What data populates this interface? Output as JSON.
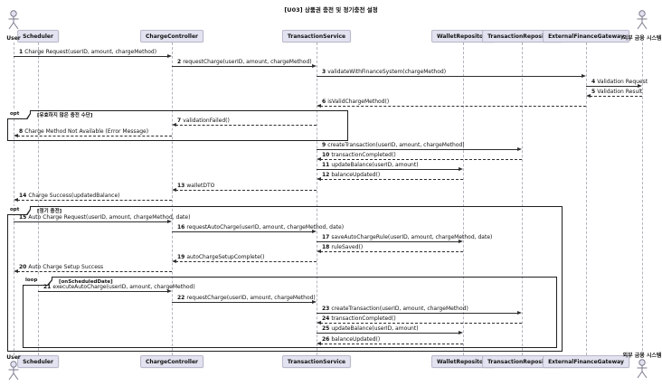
{
  "title": "[U03] 상품권 충전 및 정기충전 설정",
  "participants": [
    {
      "id": "user",
      "label": "User",
      "type": "actor"
    },
    {
      "id": "scheduler",
      "label": "Scheduler",
      "type": "box"
    },
    {
      "id": "charge",
      "label": "ChargeController",
      "type": "box"
    },
    {
      "id": "txsvc",
      "label": "TransactionService",
      "type": "box"
    },
    {
      "id": "wallet",
      "label": "WalletRepository",
      "type": "box"
    },
    {
      "id": "txrepo",
      "label": "TransactionRepository",
      "type": "box"
    },
    {
      "id": "extgw",
      "label": "ExternalFinanceGateway",
      "type": "box"
    },
    {
      "id": "extsys",
      "label": "외부 금융 시스템",
      "type": "actor"
    }
  ],
  "frames": [
    {
      "kind": "opt",
      "guard": "[유효하지 않은 충전 수단]"
    },
    {
      "kind": "opt",
      "guard": "[정기 충전]"
    },
    {
      "kind": "loop",
      "guard": "[onScheduledDate]"
    }
  ],
  "messages": [
    {
      "num": "1",
      "text": "Charge Request(userID, amount, chargeMethod)",
      "from": "user",
      "to": "charge",
      "line": "solid"
    },
    {
      "num": "2",
      "text": "requestCharge(userID, amount, chargeMethod)",
      "from": "charge",
      "to": "txsvc",
      "line": "solid"
    },
    {
      "num": "3",
      "text": "validateWithFinanceSystem(chargeMethod)",
      "from": "txsvc",
      "to": "extgw",
      "line": "solid"
    },
    {
      "num": "4",
      "text": "Validation Request",
      "from": "extgw",
      "to": "extsys",
      "line": "solid"
    },
    {
      "num": "5",
      "text": "Validation Result",
      "from": "extsys",
      "to": "extgw",
      "line": "dashed"
    },
    {
      "num": "6",
      "text": "isValidChargeMethod()",
      "from": "extgw",
      "to": "txsvc",
      "line": "dashed"
    },
    {
      "num": "7",
      "text": "validationFailed()",
      "from": "txsvc",
      "to": "charge",
      "line": "dashed"
    },
    {
      "num": "8",
      "text": "Charge Method Not Available (Error Message)",
      "from": "charge",
      "to": "user",
      "line": "dashed"
    },
    {
      "num": "9",
      "text": "createTransaction(userID, amount, chargeMethod)",
      "from": "txsvc",
      "to": "txrepo",
      "line": "solid"
    },
    {
      "num": "10",
      "text": "transactionCompleted()",
      "from": "txrepo",
      "to": "txsvc",
      "line": "dashed"
    },
    {
      "num": "11",
      "text": "updateBalance(userID, amount)",
      "from": "txsvc",
      "to": "wallet",
      "line": "solid"
    },
    {
      "num": "12",
      "text": "balanceUpdated()",
      "from": "wallet",
      "to": "txsvc",
      "line": "dashed"
    },
    {
      "num": "13",
      "text": "walletDTO",
      "from": "txsvc",
      "to": "charge",
      "line": "dashed"
    },
    {
      "num": "14",
      "text": "Charge Success(updatedBalance)",
      "from": "charge",
      "to": "user",
      "line": "dashed"
    },
    {
      "num": "15",
      "text": "Auto Charge Request(userID, amount, chargeMethod, date)",
      "from": "user",
      "to": "charge",
      "line": "solid"
    },
    {
      "num": "16",
      "text": "requestAutoCharge(userID, amount, chargeMethod, date)",
      "from": "charge",
      "to": "txsvc",
      "line": "solid"
    },
    {
      "num": "17",
      "text": "saveAutoChargeRule(userID, amount, chargeMethod, date)",
      "from": "txsvc",
      "to": "wallet",
      "line": "solid"
    },
    {
      "num": "18",
      "text": "ruleSaved()",
      "from": "wallet",
      "to": "txsvc",
      "line": "dashed"
    },
    {
      "num": "19",
      "text": "autoChargeSetupComplete()",
      "from": "txsvc",
      "to": "charge",
      "line": "dashed"
    },
    {
      "num": "20",
      "text": "Auto Charge Setup Success",
      "from": "charge",
      "to": "user",
      "line": "dashed"
    },
    {
      "num": "21",
      "text": "executeAutoCharge(userID, amount, chargeMethod)",
      "from": "scheduler",
      "to": "charge",
      "line": "solid"
    },
    {
      "num": "22",
      "text": "requestCharge(userID, amount, chargeMethod)",
      "from": "charge",
      "to": "txsvc",
      "line": "solid"
    },
    {
      "num": "23",
      "text": "createTransaction(userID, amount, chargeMethod)",
      "from": "txsvc",
      "to": "txrepo",
      "line": "solid"
    },
    {
      "num": "24",
      "text": "transactionCompleted()",
      "from": "txrepo",
      "to": "txsvc",
      "line": "dashed"
    },
    {
      "num": "25",
      "text": "updateBalance(userID, amount)",
      "from": "txsvc",
      "to": "wallet",
      "line": "solid"
    },
    {
      "num": "26",
      "text": "balanceUpdated()",
      "from": "wallet",
      "to": "txsvc",
      "line": "dashed"
    }
  ],
  "colors": {
    "participant_fill": "#e2e2f0",
    "participant_border": "#b9b9cc",
    "arrow": "#2e2e2e",
    "lifeline": "#b4b4bf",
    "frame_border": "#1f1f1f",
    "background": "#ffffff"
  }
}
